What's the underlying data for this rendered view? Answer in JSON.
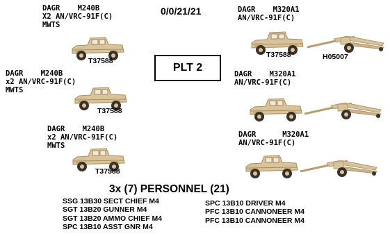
{
  "header": {
    "strength": "0/0/21/21"
  },
  "platoon_box": {
    "label": "PLT 2"
  },
  "personnel_title": "3x (7) PERSONNEL (21)",
  "left_column": [
    {
      "equipment": "DAGR    M240B\nX2 AN/VRC-91F(C)\nMWTS",
      "bumper": "T37588"
    },
    {
      "equipment": "DAGR    M240B\nx2 AN/VRC-91F(C)\nMWTS",
      "bumper": "T37588"
    },
    {
      "equipment": "DAGR    M240B\nx2 AN/VRC-91F(C)\nMWTS",
      "bumper": "T37588"
    }
  ],
  "right_column": [
    {
      "equipment": "DAGR    M320A1\nAN/VRC-91F(C)",
      "truck_bumper": "T37588",
      "howitzer_bumper": "H05007"
    },
    {
      "equipment": "DAGR    M320A1\nAN/VRC-91F(C)",
      "truck_bumper": "",
      "howitzer_bumper": ""
    },
    {
      "equipment": "DAGR      M320A1\nAN/VRC-91F(C)",
      "truck_bumper": "",
      "howitzer_bumper": ""
    }
  ],
  "roster_left": [
    "SSG 13B30 SECT CHIEF M4",
    "SGT 13B20 GUNNER M4",
    "SGT 13B20 AMMO CHIEF M4",
    "SPC 13B10 ASST GNR M4"
  ],
  "roster_right": [
    "SPC 13B10 DRIVER M4",
    "PFC 13B10 CANNONEER M4",
    "PFC 13B10 CANNONEER M4"
  ],
  "colors": {
    "vehicle_tan": "#d8c39a",
    "vehicle_shadow": "#a88c5c",
    "wheel": "#3a3226"
  }
}
